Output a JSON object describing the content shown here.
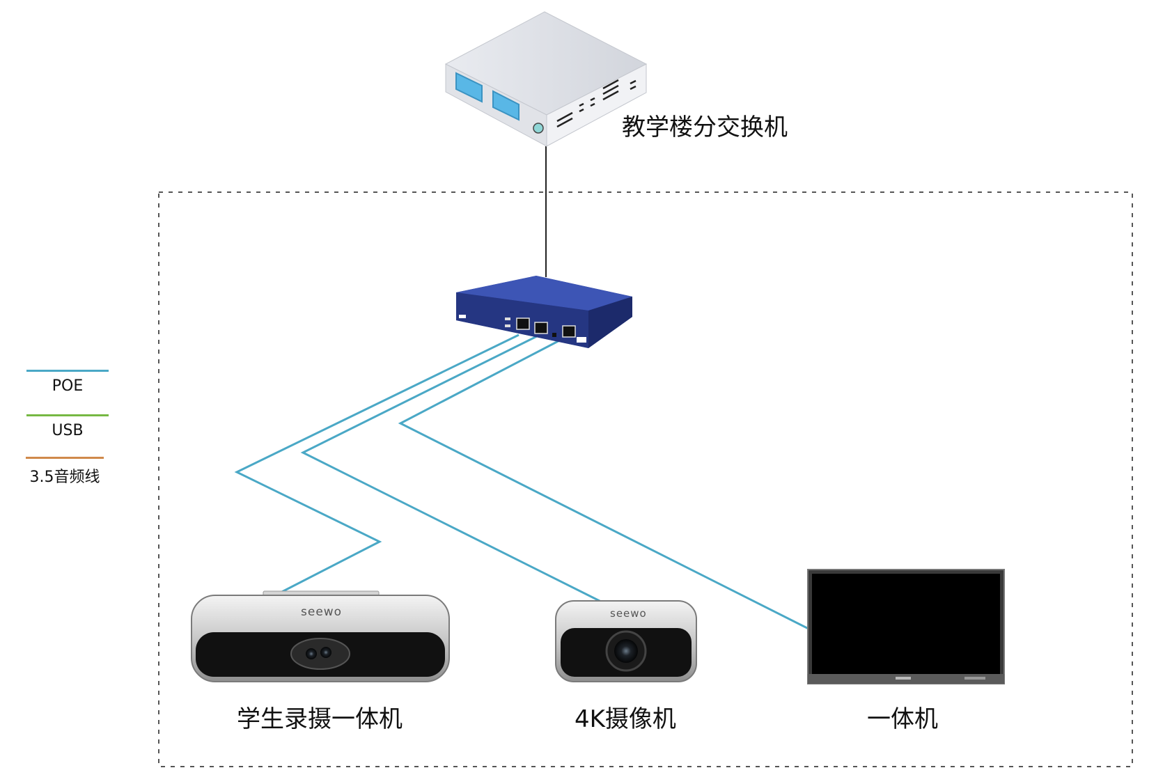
{
  "devices": {
    "core_switch": {
      "label": "教学楼分交换机"
    },
    "poe_switch": {
      "label": ""
    },
    "student_camera": {
      "label": "学生录摄一体机",
      "brand": "seewo"
    },
    "camera_4k": {
      "label": "4K摄像机",
      "brand": "seewo"
    },
    "display": {
      "label": "一体机"
    }
  },
  "legend": [
    {
      "label": "POE",
      "color": "#4aa8c6"
    },
    {
      "label": "USB",
      "color": "#76b843"
    },
    {
      "label": "3.5音频线",
      "color": "#d0894a"
    }
  ],
  "colors": {
    "poe": "#4aa8c6",
    "uplink": "#222222",
    "boundary": "#555555",
    "switch_body": "#2d3f95"
  }
}
